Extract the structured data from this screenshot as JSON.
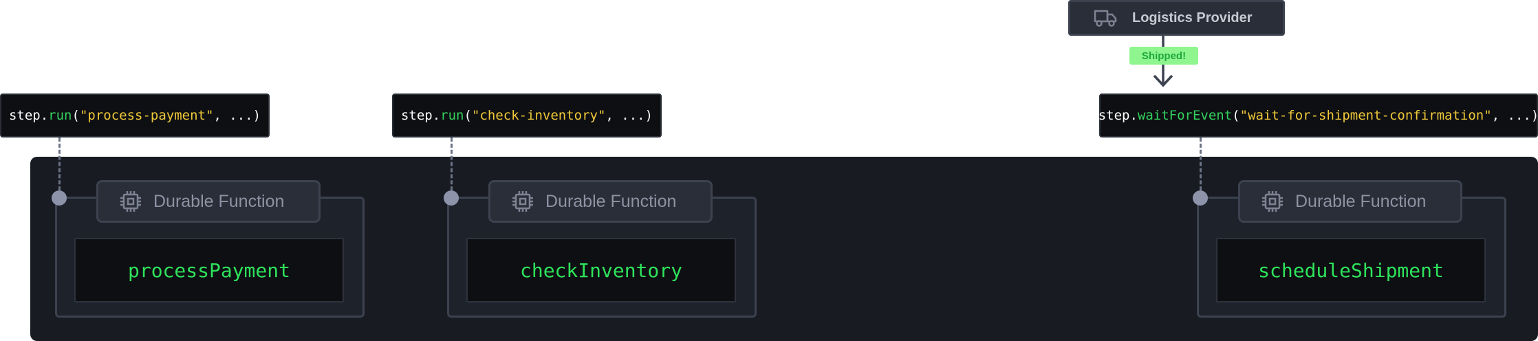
{
  "provider": {
    "label": "Logistics Provider",
    "icon": "truck-icon"
  },
  "event_badge": {
    "label": "Shipped!"
  },
  "steps": [
    {
      "prefix": "step.",
      "method": "run",
      "open": "(",
      "arg": "\"process-payment\"",
      "rest": ", ...)"
    },
    {
      "prefix": "step.",
      "method": "run",
      "open": "(",
      "arg": "\"check-inventory\"",
      "rest": ", ...)"
    },
    {
      "prefix": "step.",
      "method": "waitForEvent",
      "open": "(",
      "arg": "\"wait-for-shipment-confirmation\"",
      "rest": ", ...)"
    }
  ],
  "functions": [
    {
      "header": "Durable Function",
      "name": "processPayment",
      "icon": "chip-icon"
    },
    {
      "header": "Durable Function",
      "name": "checkInventory",
      "icon": "chip-icon"
    },
    {
      "header": "Durable Function",
      "name": "scheduleShipment",
      "icon": "chip-icon"
    }
  ],
  "colors": {
    "method": "#33d15f",
    "string": "#f0c93a",
    "function_name": "#2ee25b",
    "panel": "#181b22",
    "badge": "#8ff58f"
  }
}
